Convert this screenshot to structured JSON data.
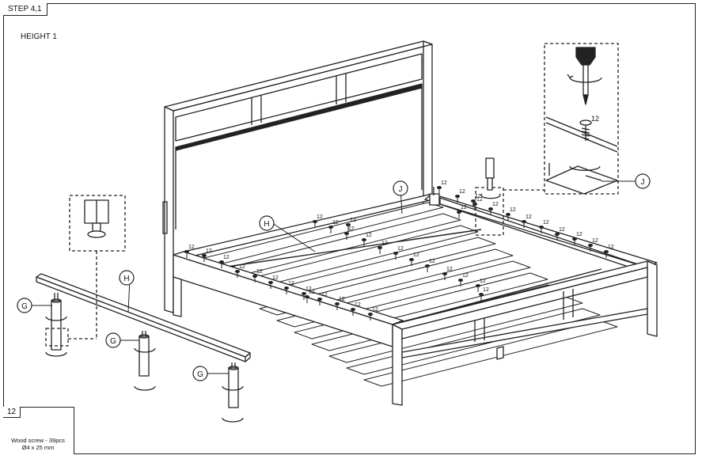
{
  "step": {
    "label": "STEP 4,1"
  },
  "height_label": "HEIGHT 1",
  "parts": {
    "qty_label": "12",
    "description": "Wood screw - 39pcs",
    "size": "Ø4 x 25 mm"
  },
  "callouts": {
    "slat_label": "H",
    "center_rail_label": "J",
    "leg_label": "G",
    "screw_number": "12",
    "detail_j_label": "J"
  }
}
